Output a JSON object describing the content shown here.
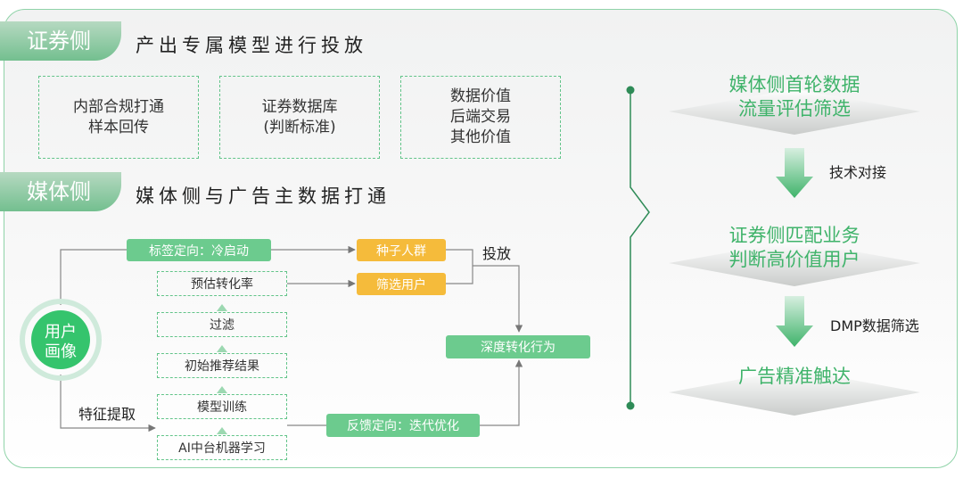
{
  "section1": {
    "tag": "证券侧",
    "title": "产出专属模型进行投放",
    "boxes": [
      "内部合规打通\n样本回传",
      "证券数据库\n(判断标准)",
      "数据价值\n后端交易\n其他价值"
    ]
  },
  "section2": {
    "tag": "媒体侧",
    "title": "媒体侧与广告主数据打通"
  },
  "flow": {
    "user_portrait": "用户\n画像",
    "label_targeting": "标签定向：冷启动",
    "seed_crowd": "种子人群",
    "filtered_users": "筛选用户",
    "placement": "投放",
    "predict_conversion": "预估转化率",
    "filter": "过滤",
    "initial_recommend": "初始推荐结果",
    "model_training": "模型训练",
    "ai_platform": "AI中台机器学习",
    "feature_extraction": "特征提取",
    "deep_conversion": "深度转化行为",
    "feedback_targeting": "反馈定向：迭代优化"
  },
  "funnel": {
    "step1": "媒体侧首轮数据\n流量评估筛选",
    "arrow1": "技术对接",
    "step2": "证券侧匹配业务\n判断高价值用户",
    "arrow2": "DMP数据筛选",
    "step3": "广告精准触达"
  },
  "colors": {
    "green": "#6ccb8e",
    "green_text": "#3fb36a",
    "orange": "#f5bb3b",
    "dark_green_dot": "#2e8b57"
  }
}
